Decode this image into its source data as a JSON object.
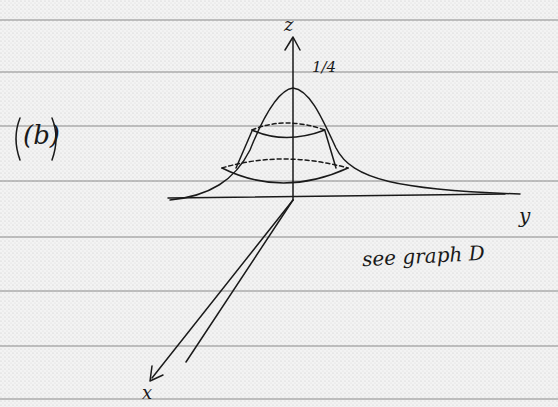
{
  "diagram": {
    "labels": [
      "(b)",
      "z",
      "1/4",
      "y",
      "x",
      "see graph D"
    ]
  }
}
